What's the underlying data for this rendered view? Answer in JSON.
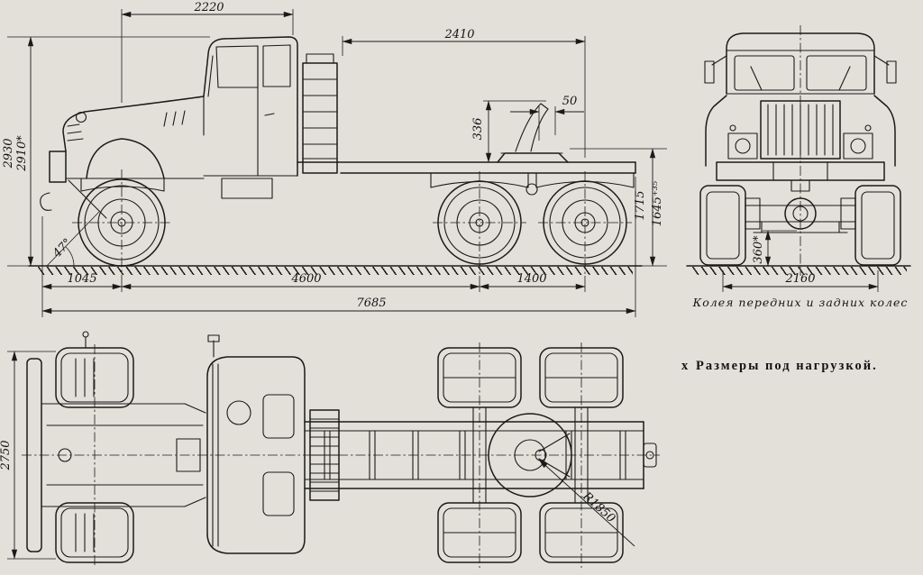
{
  "colors": {
    "paper": "#e3e0da",
    "ink": "#1a1a18"
  },
  "note": {
    "marker": "х",
    "text": "Размеры под нагрузкой."
  },
  "dims": {
    "side": {
      "cab_length": "2220",
      "rear_length": "2410",
      "saddle_offset": "50",
      "saddle_ramp_height": "336",
      "overall_height": "2930",
      "overall_height_loaded": "2910*",
      "saddle_height": "1715",
      "saddle_height_loaded": "1645⁺³⁵",
      "approach_angle": "47°",
      "front_overhang": "1045",
      "wheelbase": "4600",
      "bogie_base": "1400",
      "overall_length": "7685"
    },
    "front": {
      "ground_clearance": "360*",
      "track": "2160",
      "caption": "Колея передних и задних колес"
    },
    "top": {
      "overall_width": "2750",
      "turn_radius": "R1850"
    }
  }
}
